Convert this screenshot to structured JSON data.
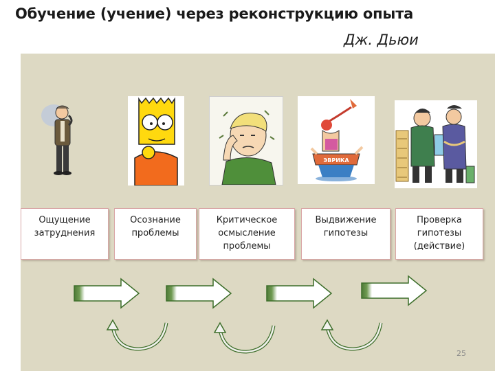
{
  "slide": {
    "title": "Обучение (учение) через реконструкцию опыта",
    "author": "Дж. Дьюи",
    "page_number": "25"
  },
  "stages": [
    {
      "label": "Ощущение затруднения",
      "line1": "Ощущение",
      "line2": "затруднения",
      "line3": ""
    },
    {
      "label": "Осознание проблемы",
      "line1": "Осознание",
      "line2": "проблемы",
      "line3": ""
    },
    {
      "label": "Критическое осмысление проблемы",
      "line1": "Критическое",
      "line2": "осмысление",
      "line3": "проблемы"
    },
    {
      "label": "Выдвижение гипотезы",
      "line1": "Выдвижение",
      "line2": "гипотезы",
      "line3": ""
    },
    {
      "label": "Проверка гипотезы (действие)",
      "line1": "Проверка",
      "line2": "гипотезы",
      "line3": "(действие)"
    }
  ],
  "illustrations": {
    "sign_text": "ЭВРИКА"
  },
  "colors": {
    "background_panel": "#ddd9c3",
    "box_border": "#d9a6a6",
    "arrow_fill_start": "#4e7a37",
    "arrow_fill_end": "#ffffff",
    "curve_color": "#3d6e2a"
  }
}
